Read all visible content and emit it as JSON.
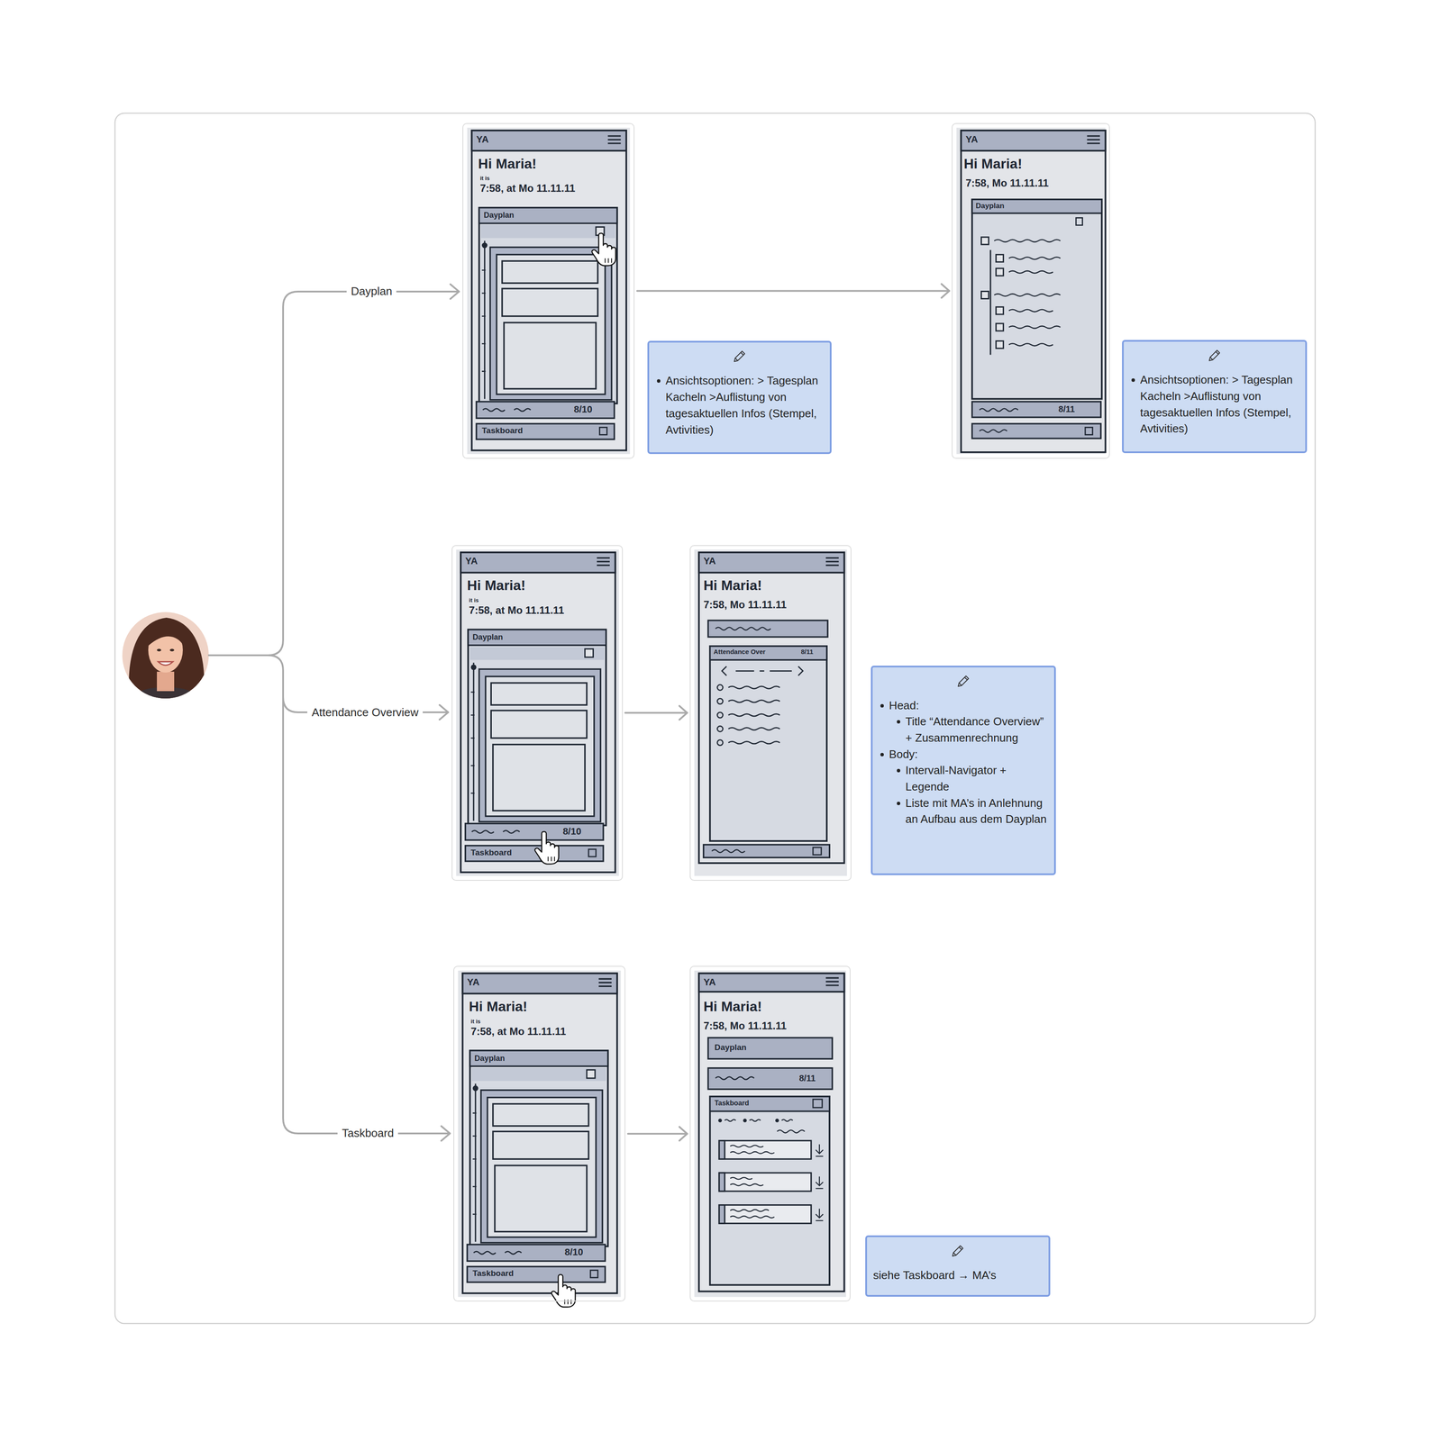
{
  "diagram": {
    "nodes": [
      {
        "text": [
          "YA",
          "Hi Maria!",
          "it is",
          "7:58, at Mo 11.11.11",
          "Dayplan",
          "8/10",
          "Taskboard"
        ]
      },
      {
        "text": [
          "YA",
          "Hi Maria!",
          "7:58, Mo 11.11.11",
          "Dayplan",
          "8/11"
        ]
      },
      {
        "text": [
          "Ansichtsoptionen: > Tagesplan Kacheln >Auflistung von tagesaktuellen Infos (Stempel, Avtivities)"
        ]
      },
      {
        "text": [
          "Ansichtsoptionen: > Tagesplan Kacheln >Auflistung von tagesaktuellen Infos (Stempel, Avtivities)"
        ]
      },
      {
        "text": [
          "YA",
          "Hi Maria!",
          "it is",
          "7:58, at Mo 11.11.11",
          "Dayplan",
          "8/10",
          "Taskboard"
        ]
      },
      {
        "text": [
          "YA",
          "Hi Maria!",
          "7:58, Mo 11.11.11",
          "Attendance Over",
          "8/11"
        ]
      },
      {
        "text": [
          "Head:",
          "Title “Attendance Overview” + Zusammenrechnung",
          "Body:",
          "Intervall-Navigator + Legende",
          "Liste mit MA’s in Anlehnung an Aufbau aus dem Dayplan"
        ]
      },
      {
        "text": [
          "YA",
          "Hi Maria!",
          "it is",
          "7:58, at Mo 11.11.11",
          "Dayplan",
          "8/10",
          "Taskboard"
        ]
      },
      {
        "text": [
          "YA",
          "Hi Maria!",
          "7:58, Mo 11.11.11",
          "Dayplan",
          "8/11",
          "Taskboard"
        ]
      },
      {
        "text": [
          "siehe Taskboard → MA’s"
        ]
      }
    ],
    "edges": [
      {
        "from": 0,
        "to": 1,
        "arrow": "to"
      },
      {
        "from": 4,
        "to": 5,
        "arrow": "to"
      },
      {
        "from": 7,
        "to": 8,
        "arrow": "to"
      }
    ],
    "labels": [
      "Dayplan",
      "Attendance Overview",
      "Taskboard"
    ]
  }
}
